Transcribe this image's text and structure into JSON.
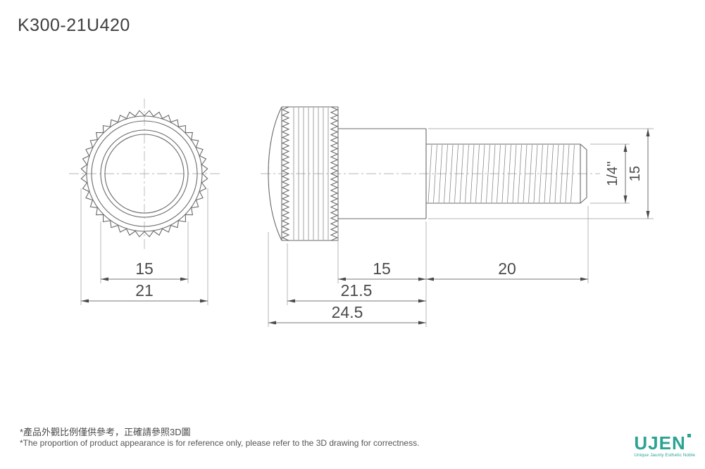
{
  "title": "K300-21U420",
  "views": {
    "front": {
      "dim_inner": "15",
      "dim_outer": "21"
    },
    "side": {
      "dim_collar_len": "15",
      "dim_thread_len": "20",
      "dim_head_len": "21.5",
      "dim_total_len": "24.5",
      "dim_thread_dia": "1/4''",
      "dim_collar_dia": "15"
    }
  },
  "footnotes": {
    "zh": "*產品外觀比例僅供參考，正確請參照3D圖",
    "en": "*The proportion of product appearance is for reference only, please refer to the 3D drawing for correctness."
  },
  "logo": {
    "name": "UJEN",
    "tagline": "Unique Jaunty Esthetic Noble"
  },
  "colors": {
    "line": "#6a6a6a",
    "thin": "#9a9a9a",
    "texture": "#848484",
    "centerline": "#b5b5b5",
    "dim": "#4a4a4a",
    "accent": "#2ba393"
  }
}
